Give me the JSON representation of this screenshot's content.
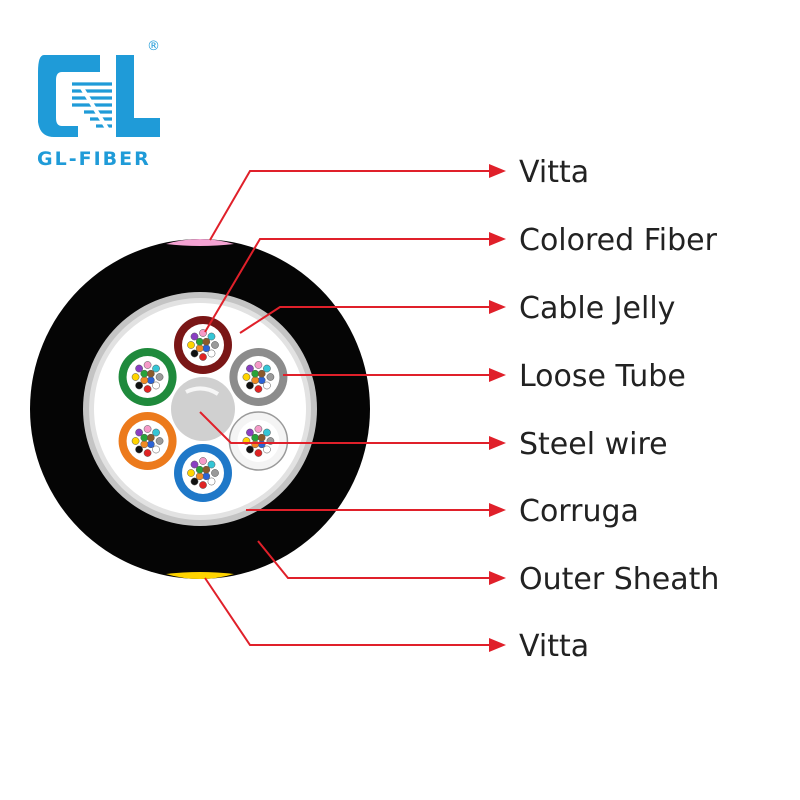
{
  "logo": {
    "brand_name": "GL-FIBER",
    "registered_mark": "®",
    "color": "#1f9bd8"
  },
  "callouts": [
    {
      "label": "Vitta"
    },
    {
      "label": "Colored Fiber"
    },
    {
      "label": "Cable Jelly"
    },
    {
      "label": "Loose Tube"
    },
    {
      "label": "Steel wire"
    },
    {
      "label": "Corruga"
    },
    {
      "label": "Outer Sheath"
    },
    {
      "label": "Vitta"
    }
  ],
  "colors": {
    "leader_line": "#e0202a",
    "outer_sheath": "#050505",
    "corrugated_armor": "#c4c4c4",
    "cable_jelly": "#ffffff",
    "steel_wire": "#d0d0d0",
    "vitta_top": "#f5a3d3",
    "vitta_bottom": "#ffd400",
    "tubes": [
      "#7a1616",
      "#8c8c8c",
      "#f4f4f4",
      "#1f78c8",
      "#ec7a1c",
      "#1f8a3c"
    ],
    "fibers": [
      "#2b63d6",
      "#f08a24",
      "#27a33a",
      "#8a5a2b",
      "#9a9a9a",
      "#ffffff",
      "#e02424",
      "#111111",
      "#ffd400",
      "#8a3fc2",
      "#f59ac8",
      "#35c6d6"
    ]
  }
}
